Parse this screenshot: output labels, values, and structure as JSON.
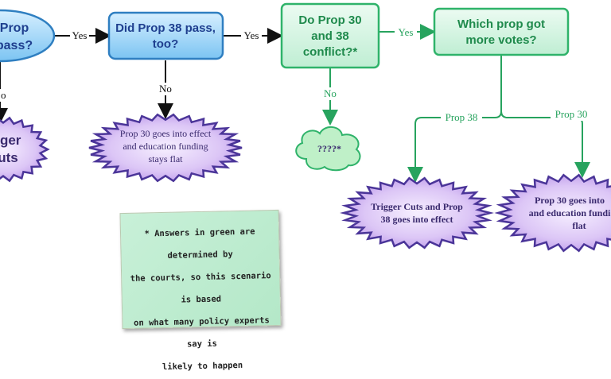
{
  "nodes": {
    "prop30_pass": [
      "Prop",
      "pass?"
    ],
    "prop38_pass": [
      "Did Prop 38 pass,",
      "too?"
    ],
    "conflict": [
      "Do Prop 30",
      "and 38",
      "conflict?*"
    ],
    "more_votes": [
      "Which prop got",
      "more votes?"
    ],
    "trigger_cuts_left": [
      "gger",
      "uts"
    ],
    "prop30_flat": [
      "Prop 30 goes into effect",
      "and education funding",
      "stays flat"
    ],
    "unknown": [
      "????*"
    ],
    "trigger_cuts_38": [
      "Trigger Cuts and Prop",
      "38 goes into effect"
    ],
    "prop30_flat_right": [
      "Prop 30 goes into",
      "and education fundi",
      "flat"
    ]
  },
  "edges": {
    "yes1": "Yes",
    "yes2": "Yes",
    "yes3": "Yes",
    "no1": "o",
    "no2": "No",
    "no3": "No",
    "prop38": "Prop 38",
    "prop30": "Prop 30"
  },
  "note": {
    "lines": [
      "* Answers in green are determined by",
      "the courts, so this scenario is based",
      "on what many policy experts say is",
      "likely to happen"
    ]
  },
  "colors": {
    "blue_fill": "#8ecdf5",
    "blue_stroke": "#2f7fc1",
    "green_fill": "#cdf3dd",
    "green_stroke": "#2fb36a",
    "purple_fill": "#c9a7ef",
    "purple_stroke": "#4b3599"
  }
}
